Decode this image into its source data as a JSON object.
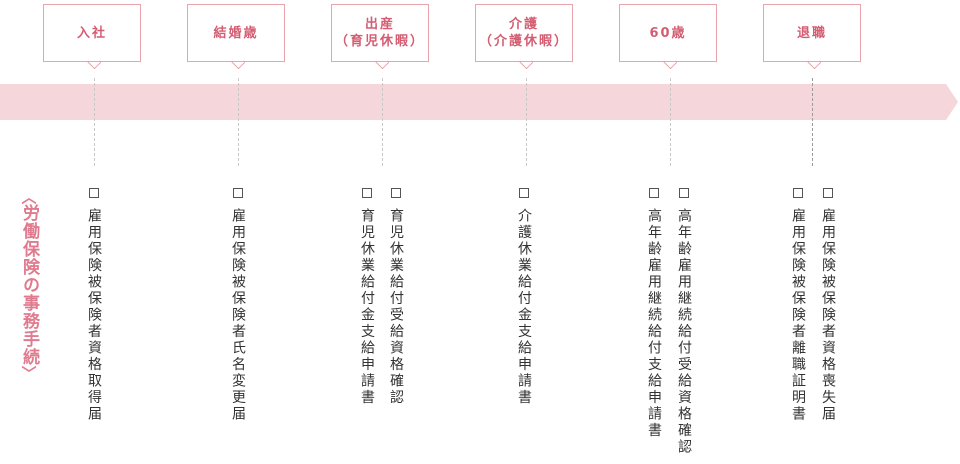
{
  "stages": [
    {
      "line1": "入社",
      "line2": ""
    },
    {
      "line1": "結婚歳",
      "line2": ""
    },
    {
      "line1": "出産",
      "line2": "（育児休暇）"
    },
    {
      "line1": "介護",
      "line2": "（介護休暇）"
    },
    {
      "line1": "60歳",
      "line2": ""
    },
    {
      "line1": "退職",
      "line2": ""
    }
  ],
  "side_label": {
    "open": "〈",
    "text": "労働保険の事務手続",
    "close": "〉"
  },
  "documents": [
    "雇用保険被保険者資格取得届",
    "雇用保険被保険者氏名変更届",
    "育児休業給付金支給申請書",
    "育児休業給付受給資格確認",
    "介護休業給付金支給申請書",
    "高年齢雇用継続給付支給申請書",
    "高年齢雇用継続給付受給資格確認",
    "雇用保険被保険者離職証明書",
    "雇用保険被保険者資格喪失届"
  ],
  "colors": {
    "accent": "#d45d72",
    "bar": "#f5d6da",
    "border": "#e8a3ab"
  }
}
